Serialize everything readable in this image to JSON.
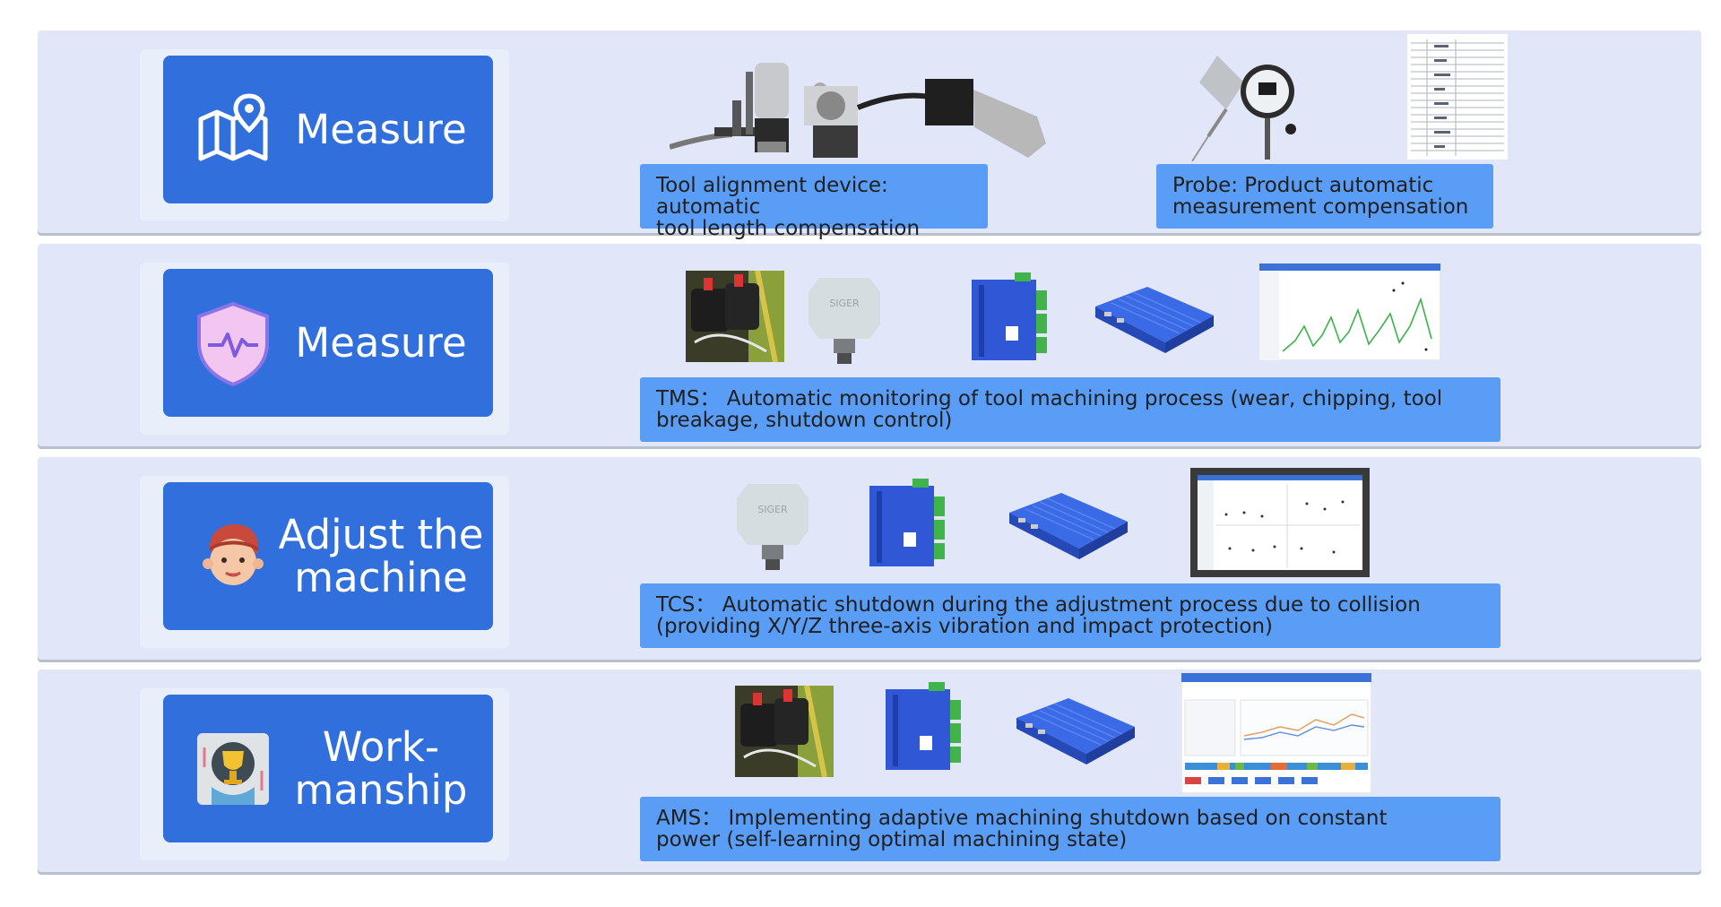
{
  "rows": [
    {
      "label": "Measure",
      "icon": "map-location-icon",
      "captions": [
        {
          "line1": "Tool alignment device: automatic",
          "line2": "tool length compensation"
        },
        {
          "line1": "Probe: Product automatic",
          "line2": "measurement compensation"
        }
      ]
    },
    {
      "label": "Measure",
      "icon": "shield-pulse-icon",
      "captions": [
        {
          "line1": "TMS： Automatic monitoring of tool machining process (wear, chipping, tool",
          "line2": "breakage, shutdown control)"
        }
      ]
    },
    {
      "label_line1": "Adjust the",
      "label_line2": "machine",
      "icon": "worker-face-icon",
      "captions": [
        {
          "line1": "TCS： Automatic shutdown during the adjustment process due to collision",
          "line2": "(providing X/Y/Z three-axis vibration and impact protection)"
        }
      ]
    },
    {
      "label_line1": "Work-",
      "label_line2": "manship",
      "icon": "trophy-head-icon",
      "captions": [
        {
          "line1": "AMS： Implementing adaptive machining shutdown based on constant",
          "line2": "power (self-learning optimal machining state)"
        }
      ]
    }
  ],
  "device_texts": {
    "sensor_brand": "SIGER"
  },
  "colors": {
    "row_background": "#e1e7f8",
    "label_card": "#3170dc",
    "caption_background": "#5a9df6",
    "device_blue": "#2f57d6"
  }
}
